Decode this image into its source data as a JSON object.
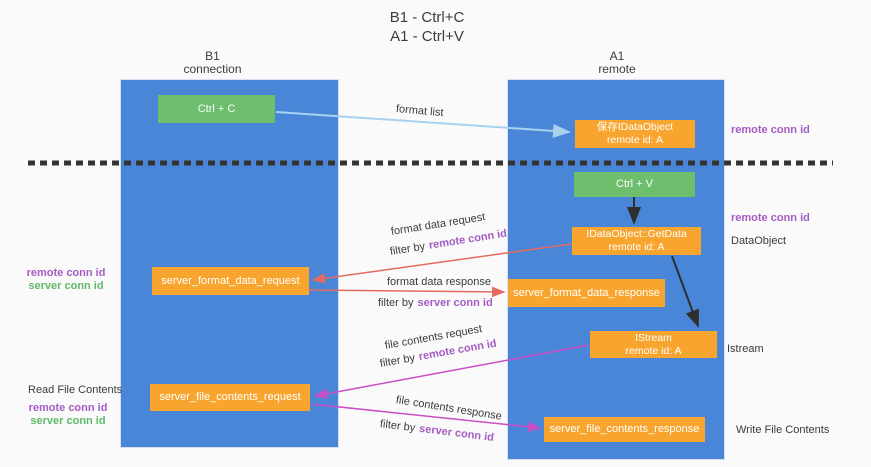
{
  "title": {
    "line1": "B1 - Ctrl+C",
    "line2": "A1 - Ctrl+V"
  },
  "lanes": {
    "left": {
      "name": "B1",
      "subtitle": "connection"
    },
    "right": {
      "name": "A1",
      "subtitle": "remote"
    }
  },
  "nodes": {
    "ctrl_c": {
      "label": "Ctrl + C"
    },
    "ctrl_v": {
      "label": "Ctrl + V"
    },
    "save_dataobject": {
      "line1": "保存IDataObject",
      "line2": "remote id: A"
    },
    "getdata": {
      "line1": "IDataObject::GetData",
      "line2": "remote id: A"
    },
    "istream": {
      "line1": "IStream",
      "line2": "remote id: A"
    },
    "server_format_data_request": {
      "label": "server_format_data_request"
    },
    "server_format_data_response": {
      "label": "server_format_data_response"
    },
    "server_file_contents_request": {
      "label": "server_file_contents_request"
    },
    "server_file_contents_response": {
      "label": "server_file_contents_response"
    }
  },
  "labels": {
    "format_list": "format list",
    "format_data_request": "format data request",
    "format_data_response": "format data response",
    "file_contents_request": "file contents request",
    "file_contents_response": "file contents response",
    "filter_by": "filter by",
    "remote_conn_id": "remote conn id",
    "server_conn_id": "server conn id",
    "dataobject": "DataObject",
    "istream_annotation": "Istream",
    "read_file_contents": "Read File Contents",
    "write_file_contents": "Write File Contents"
  },
  "colors": {
    "lane_blue": "#4a86d8",
    "box_green": "#6dbe6d",
    "box_orange": "#f7a52e",
    "arrow_light_blue": "#a6d2f0",
    "arrow_red": "#e66a60",
    "arrow_magenta": "#cc4ec6",
    "arrow_black": "#2f2f2f",
    "dashed_separator": "#333333",
    "text_purple": "#a55cc5",
    "text_green": "#5fb968",
    "text_dark": "#3b3b3b"
  }
}
